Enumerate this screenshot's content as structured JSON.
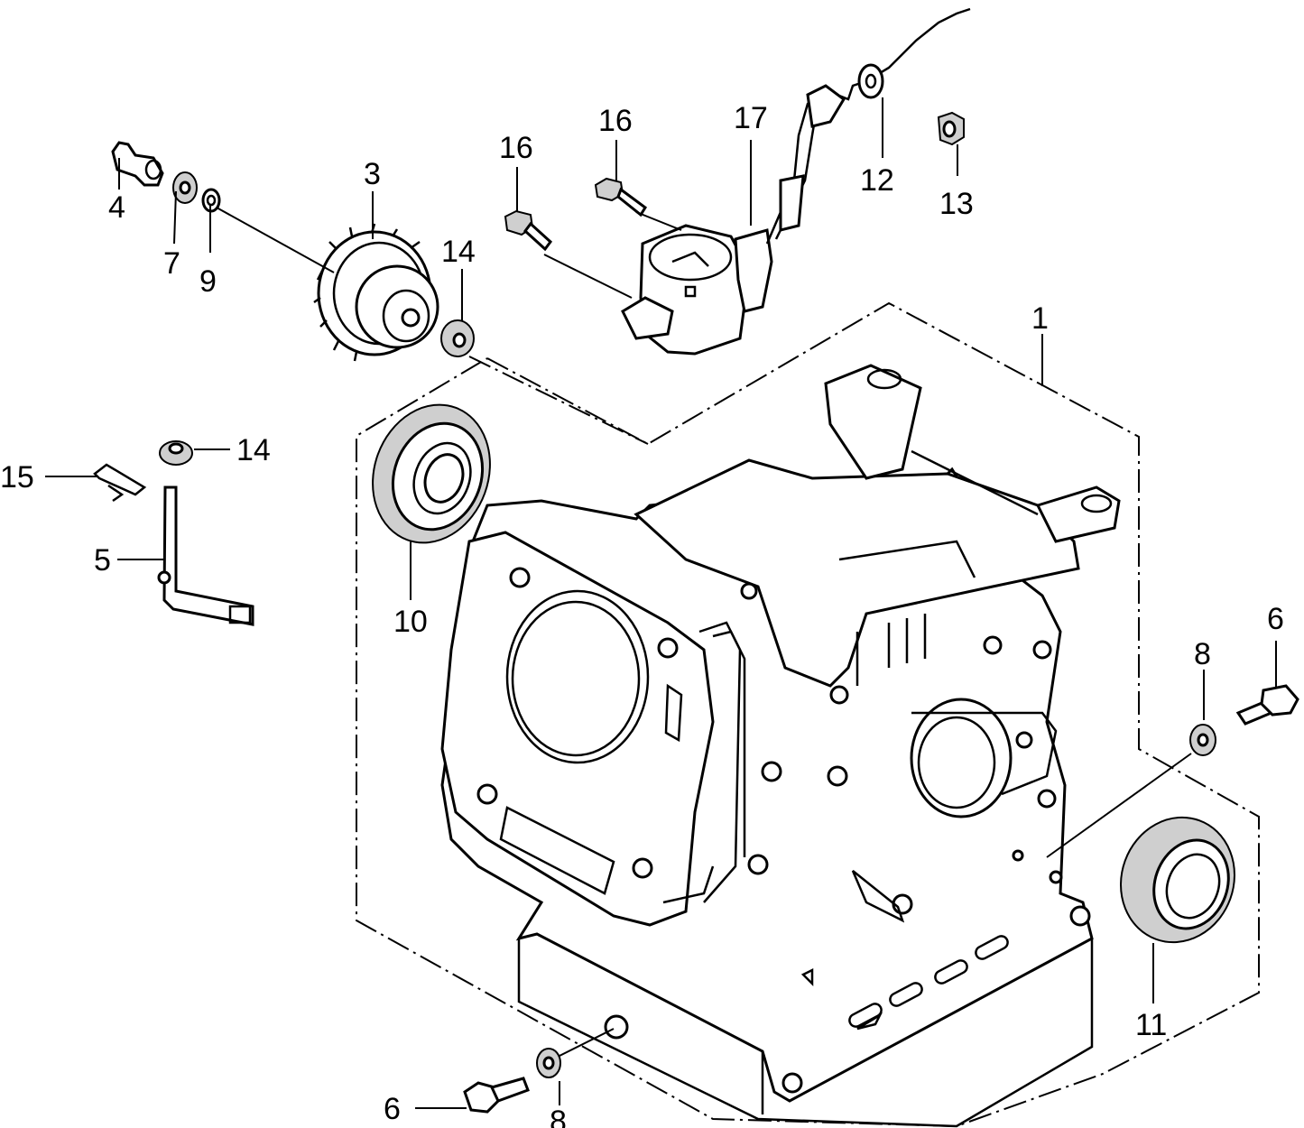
{
  "diagram": {
    "type": "exploded-parts-diagram",
    "callouts": [
      {
        "id": "c1",
        "text": "1"
      },
      {
        "id": "c3",
        "text": "3"
      },
      {
        "id": "c4",
        "text": "4"
      },
      {
        "id": "c5",
        "text": "5"
      },
      {
        "id": "c6a",
        "text": "6"
      },
      {
        "id": "c6b",
        "text": "6"
      },
      {
        "id": "c7",
        "text": "7"
      },
      {
        "id": "c8a",
        "text": "8"
      },
      {
        "id": "c8b",
        "text": "8"
      },
      {
        "id": "c9",
        "text": "9"
      },
      {
        "id": "c10",
        "text": "10"
      },
      {
        "id": "c11",
        "text": "11"
      },
      {
        "id": "c12",
        "text": "12"
      },
      {
        "id": "c13",
        "text": "13"
      },
      {
        "id": "c14a",
        "text": "14"
      },
      {
        "id": "c14b",
        "text": "14"
      },
      {
        "id": "c15",
        "text": "15"
      },
      {
        "id": "c16a",
        "text": "16"
      },
      {
        "id": "c16b",
        "text": "16"
      },
      {
        "id": "c17",
        "text": "17"
      }
    ],
    "parts": [
      {
        "id": "crankcase",
        "callout": "1"
      },
      {
        "id": "governor-gear",
        "callout": "3"
      },
      {
        "id": "governor-slider",
        "callout": "4"
      },
      {
        "id": "governor-arm-shaft",
        "callout": "5"
      },
      {
        "id": "flange-bolt",
        "callout": "6"
      },
      {
        "id": "thrust-washer",
        "callout": "7"
      },
      {
        "id": "dowel-pin-washer",
        "callout": "8"
      },
      {
        "id": "snap-clip",
        "callout": "9"
      },
      {
        "id": "ball-bearing",
        "callout": "10"
      },
      {
        "id": "oil-seal",
        "callout": "11"
      },
      {
        "id": "grommet",
        "callout": "12"
      },
      {
        "id": "cap-nut",
        "callout": "13"
      },
      {
        "id": "washer",
        "callout": "14"
      },
      {
        "id": "pin-clip",
        "callout": "15"
      },
      {
        "id": "screw",
        "callout": "16"
      },
      {
        "id": "oil-alert-switch",
        "callout": "17"
      }
    ]
  }
}
